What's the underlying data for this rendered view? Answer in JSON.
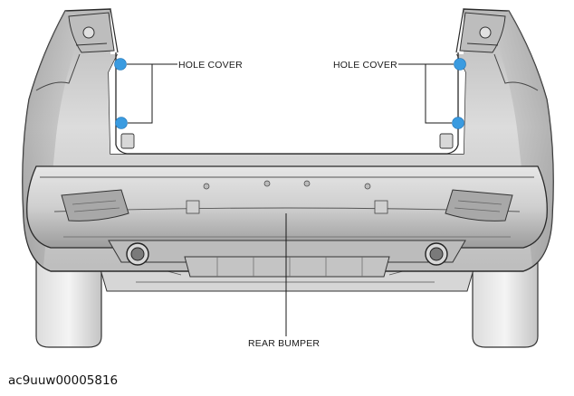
{
  "callouts": {
    "hole_cover_left": "HOLE COVER",
    "hole_cover_right": "HOLE COVER",
    "rear_bumper": "REAR BUMPER"
  },
  "figure_id": "ac9uuw00005816",
  "colors": {
    "marker": "#3a9be0",
    "body_fill": "#c8c8c8",
    "body_dark": "#8a8a8a",
    "line": "#1a1a1a"
  }
}
